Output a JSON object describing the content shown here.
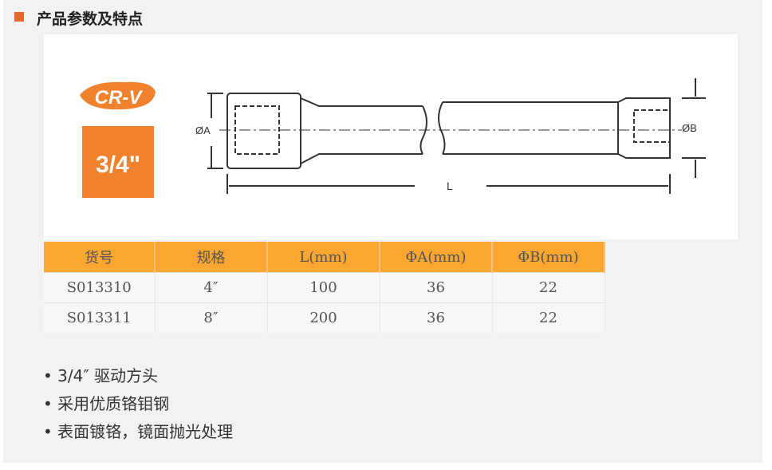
{
  "header": {
    "title": "产品参数及特点"
  },
  "badges": {
    "material": "CR-V",
    "drive": "3/4\""
  },
  "diagram": {
    "label_a": "ØA",
    "label_b": "ØB",
    "label_l": "L"
  },
  "table": {
    "headers": [
      "货号",
      "规格",
      "L(mm)",
      "ΦA(mm)",
      "ΦB(mm)"
    ],
    "rows": [
      [
        "S013310",
        "4″",
        "100",
        "36",
        "22"
      ],
      [
        "S013311",
        "8″",
        "200",
        "36",
        "22"
      ]
    ]
  },
  "features": [
    "• 3/4″ 驱动方头",
    "• 采用优质铬钼钢",
    "• 表面镀铬，镜面抛光处理"
  ],
  "colors": {
    "accent": "#e8672a",
    "table_header": "#fba630",
    "badge": "#f0822d"
  }
}
